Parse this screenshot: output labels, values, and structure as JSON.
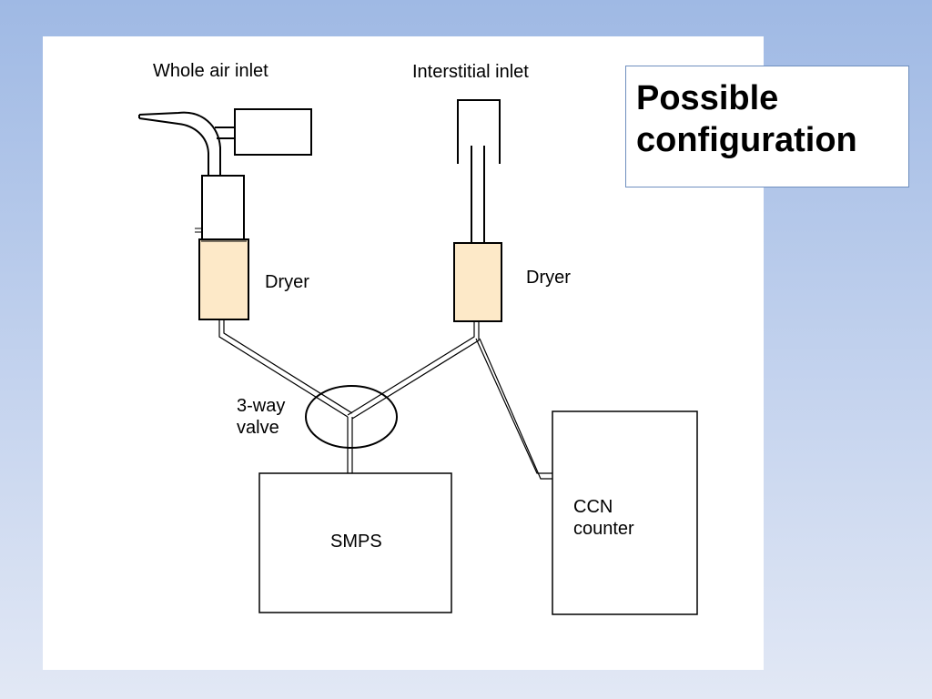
{
  "title": {
    "line1": "Possible",
    "line2": "configuration"
  },
  "labels": {
    "whole_air_inlet": "Whole air inlet",
    "interstitial_inlet": "Interstitial inlet",
    "dryer_left": "Dryer",
    "dryer_right": "Dryer",
    "valve_line1": "3-way",
    "valve_line2": "valve",
    "smps": "SMPS",
    "ccn_line1": "CCN",
    "ccn_line2": "counter"
  },
  "colors": {
    "dryer_fill": "#fde9c8",
    "line": "#000000",
    "background_top": "#9fb9e4",
    "background_bottom": "#e2e8f5",
    "title_border": "#6f8fbf"
  }
}
